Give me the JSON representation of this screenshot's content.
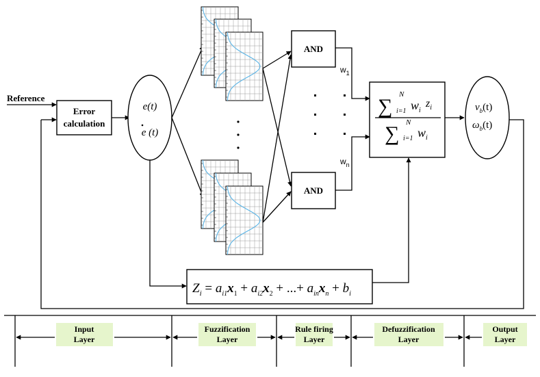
{
  "input": {
    "reference": "Reference"
  },
  "error_block": {
    "line1": "Error",
    "line2": "calculation"
  },
  "error_node": {
    "e": "e(t)",
    "edot_base": "e",
    "edot_rest": " (t)"
  },
  "rules": {
    "and_top": "AND",
    "and_bottom": "AND",
    "w_top": "w",
    "w_top_sub": "1",
    "w_bottom": "w",
    "w_bottom_sub": "n"
  },
  "defuzz": {
    "sum": "∑",
    "upper": "N",
    "lower": "i=1",
    "num_w": "w",
    "num_z": "z",
    "sub_i": "i",
    "den_w": "w"
  },
  "output_node": {
    "v": "v",
    "v_sub": "b",
    "v_rest": "(t)",
    "omega": "ω",
    "omega_sub": "b",
    "omega_rest": "(t)"
  },
  "linear_eq": {
    "text": "Z_i = a_i1 x_1 + a_i2 x_2 + ... + a_in x_n + b_i"
  },
  "layers": [
    {
      "line1": "Input",
      "line2": "Layer"
    },
    {
      "line1": "Fuzzification",
      "line2": "Layer"
    },
    {
      "line1": "Rule firing",
      "line2": "Layer"
    },
    {
      "line1": "Defuzzification",
      "line2": "Layer"
    },
    {
      "line1": "Output",
      "line2": "Layer"
    }
  ],
  "colors": {
    "line": "#000000",
    "membership_curve": "#5ab4e6",
    "grid": "#9a9a9a",
    "layer_label_bg": "#e6f5cc"
  }
}
